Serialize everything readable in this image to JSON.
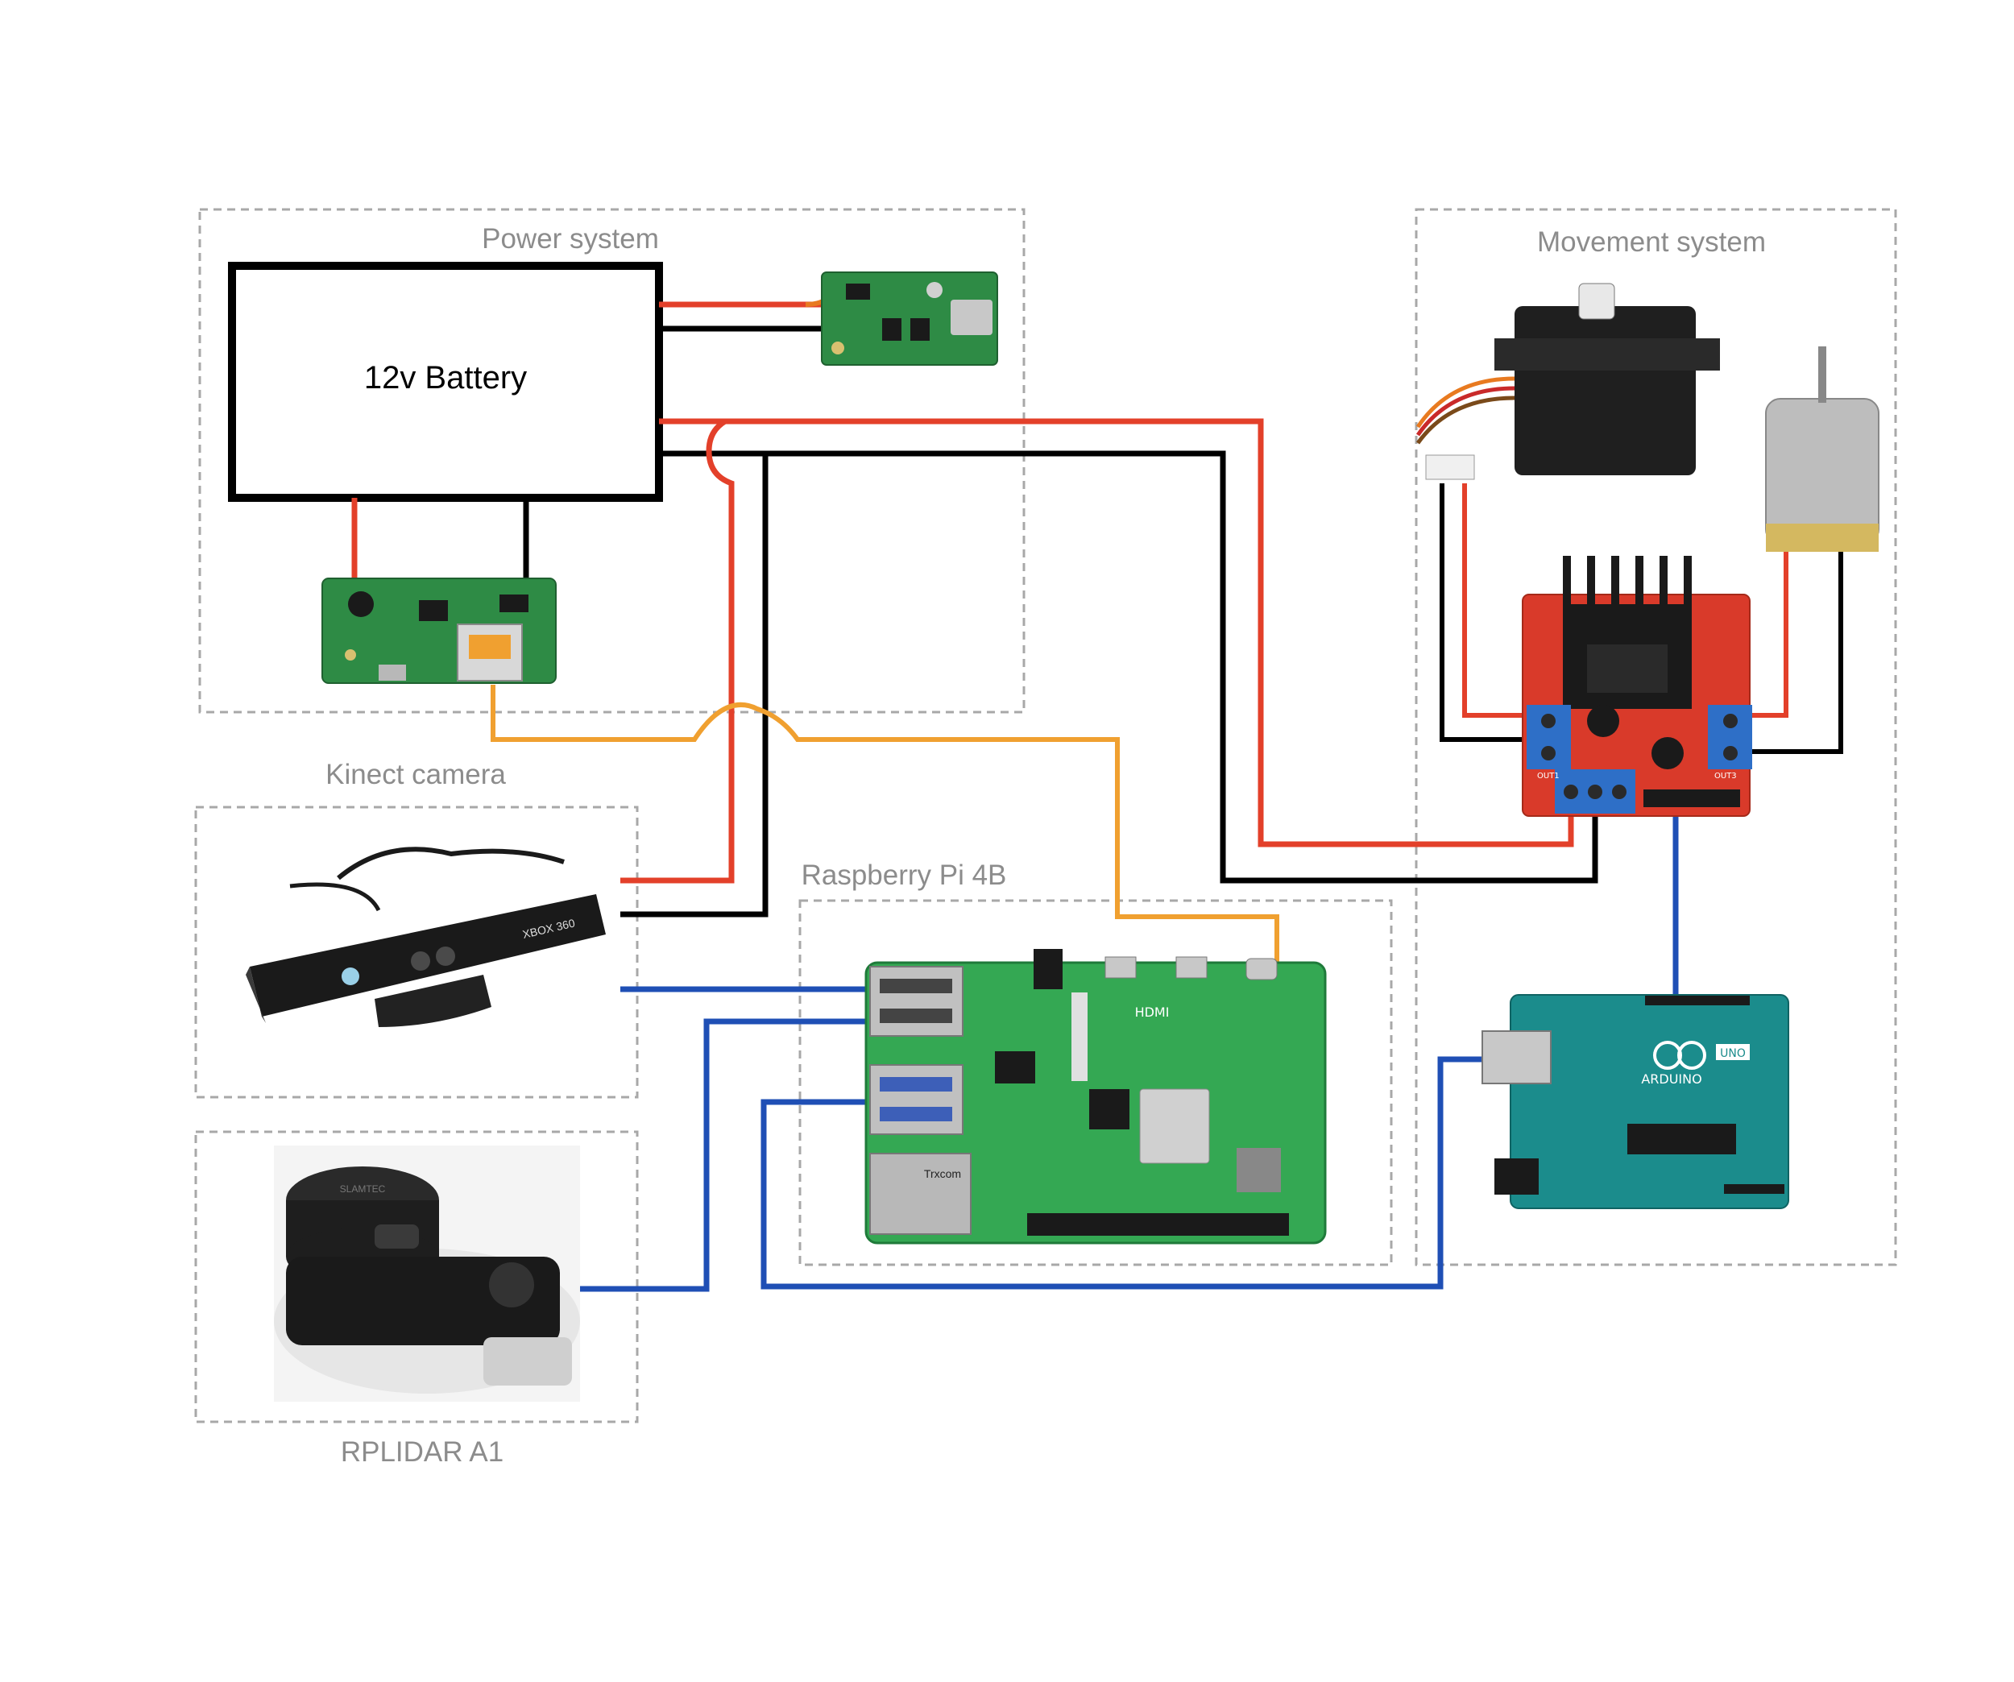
{
  "groups": {
    "power": "Power system",
    "movement": "Movement system",
    "kinect": "Kinect camera",
    "raspberry": "Raspberry Pi 4B",
    "lidar": "RPLIDAR A1"
  },
  "battery": {
    "label": "12v Battery"
  },
  "components": {
    "kinect_brand": "XBOX 360",
    "arduino_brand": "ARDUINO",
    "arduino_model": "UNO",
    "l298n_out1": "OUT1",
    "l298n_out3": "OUT3",
    "pi_hdmi": "HDMI",
    "pi_lan": "Trxcom",
    "lidar_brand": "SLAMTEC"
  },
  "colors": {
    "power_positive": "#e3402a",
    "ground": "#000000",
    "usb_power": "#f0a030",
    "data": "#1f4fb5",
    "group_border": "#a8a8a8",
    "group_label": "#8c8c8c",
    "pcb_green": "#2e8b45",
    "arduino_teal": "#1b8c8c",
    "driver_red": "#d93a2a"
  }
}
